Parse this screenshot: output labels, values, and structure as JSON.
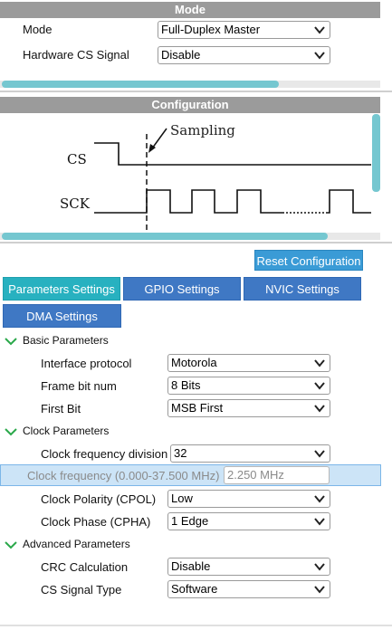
{
  "mode_section": {
    "title": "Mode",
    "mode_label": "Mode",
    "mode_value": "Full-Duplex Master",
    "hw_cs_label": "Hardware CS Signal",
    "hw_cs_value": "Disable"
  },
  "config_section": {
    "title": "Configuration",
    "diagram": {
      "sampling": "Sampling",
      "cs": "CS",
      "sck": "SCK"
    }
  },
  "reset_button": "Reset Configuration",
  "tabs": [
    {
      "label": "Parameters Settings",
      "active": true
    },
    {
      "label": "GPIO Settings",
      "active": false
    },
    {
      "label": "NVIC Settings",
      "active": false
    },
    {
      "label": "DMA Settings",
      "active": false
    }
  ],
  "basic": {
    "title": "Basic Parameters",
    "interface_label": "Interface protocol",
    "interface_value": "Motorola",
    "frame_label": "Frame bit num",
    "frame_value": "8 Bits",
    "firstbit_label": "First Bit",
    "firstbit_value": "MSB First"
  },
  "clock": {
    "title": "Clock Parameters",
    "div_label": "Clock frequency division",
    "div_value": "32",
    "freq_label": "Clock frequency (0.000-37.500 MHz)",
    "freq_value": "2.250 MHz",
    "cpol_label": "Clock Polarity (CPOL)",
    "cpol_value": "Low",
    "cpha_label": "Clock Phase (CPHA)",
    "cpha_value": "1 Edge"
  },
  "advanced": {
    "title": "Advanced Parameters",
    "crc_label": "CRC Calculation",
    "crc_value": "Disable",
    "cs_type_label": "CS Signal Type",
    "cs_type_value": "Software"
  },
  "colors": {
    "header_gray": "#9b9b9b",
    "tab_blue": "#3f78c4",
    "tab_active": "#28b1c0",
    "scroll_teal": "#75c7d0",
    "highlight": "#cce4f7"
  }
}
